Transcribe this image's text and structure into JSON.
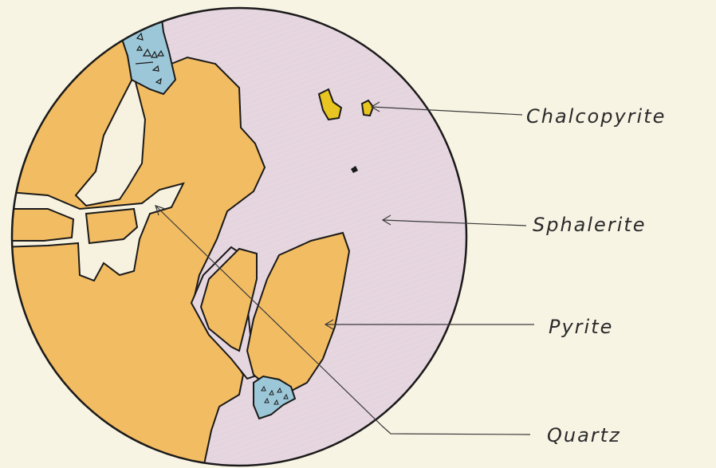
{
  "labels": {
    "chalcopyrite": "Chalcopyrite",
    "sphalerite": "Sphalerite",
    "pyrite": "Pyrite",
    "quartz": "Quartz"
  },
  "colors": {
    "background": "#f8f4e4",
    "sphalerite": "#e6d6df",
    "pyrite": "#f2bc62",
    "quartz": "#9cc7d8",
    "chalcopyrite": "#e8c521",
    "voids": "#f7f1df",
    "outline": "#1a1a1a"
  }
}
